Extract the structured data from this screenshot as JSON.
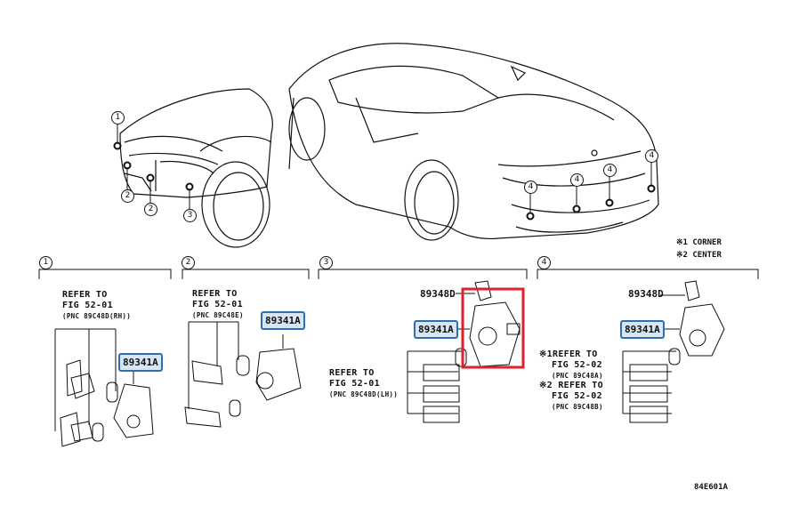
{
  "callouts": [
    "1",
    "2",
    "3",
    "4"
  ],
  "legend": {
    "corner": "※1 CORNER",
    "center": "※2 CENTER"
  },
  "panel1": {
    "refer_1": "REFER TO",
    "refer_2": "FIG 52-01",
    "refer_3": "(PNC 89C48D(RH))",
    "part": "89341A"
  },
  "panel2": {
    "refer_1": "REFER TO",
    "refer_2": "FIG 52-01",
    "refer_3": "(PNC 89C48E)",
    "part": "89341A"
  },
  "panel3": {
    "part_top": "89348D",
    "part": "89341A",
    "refer_1": "REFER TO",
    "refer_2": "FIG 52-01",
    "refer_3": "(PNC 89C48D(LH))"
  },
  "panel4": {
    "part_top": "89348D",
    "part": "89341A",
    "refer_a1": "※1REFER TO",
    "refer_a2": "FIG 52-02",
    "refer_a3": "(PNC 89C48A)",
    "refer_b1": "※2 REFER TO",
    "refer_b2": "FIG 52-02",
    "refer_b3": "(PNC 89C48B)"
  },
  "diagram_code": "84E601A",
  "colors": {
    "highlight_box": "#e0222a",
    "part_border": "#2e6fb0",
    "part_fill": "#d6e6f5"
  }
}
